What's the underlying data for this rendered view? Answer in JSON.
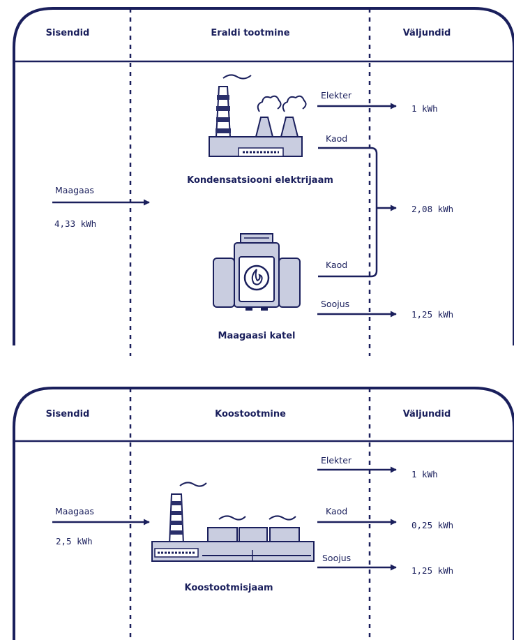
{
  "colors": {
    "ink": "#1a1f5c",
    "fill": "#c9cde0",
    "dark": "#2a2f6b"
  },
  "top": {
    "headers": {
      "inputs": "Sisendid",
      "process": "Eraldi tootmine",
      "outputs": "Väljundid"
    },
    "input": {
      "label": "Maagaas",
      "value": "4,33 kWh"
    },
    "plants": {
      "power_plant": "Kondensatsiooni elektrijaam",
      "boiler": "Maagaasi katel"
    },
    "flows": {
      "electricity": "Elekter",
      "loss_1": "Kaod",
      "loss_2": "Kaod",
      "heat": "Soojus"
    },
    "outputs": {
      "electricity": "1 kWh",
      "losses": "2,08 kWh",
      "heat": "1,25 kWh"
    }
  },
  "bottom": {
    "headers": {
      "inputs": "Sisendid",
      "process": "Koostootmine",
      "outputs": "Väljundid"
    },
    "input": {
      "label": "Maagaas",
      "value": "2,5 kWh"
    },
    "plants": {
      "chp": "Koostootmisjaam"
    },
    "flows": {
      "electricity": "Elekter",
      "loss": "Kaod",
      "heat": "Soojus"
    },
    "outputs": {
      "electricity": "1 kWh",
      "losses": "0,25 kWh",
      "heat": "1,25 kWh"
    }
  }
}
